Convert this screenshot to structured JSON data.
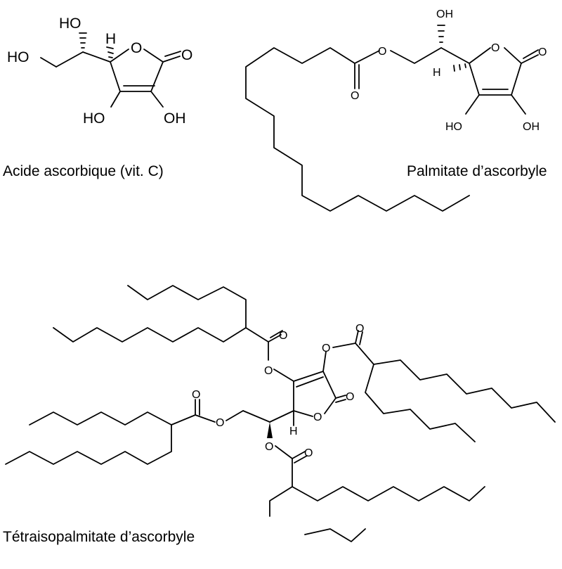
{
  "captions": {
    "ascorbic": "Acide ascorbique (vit. C)",
    "palmitate": "Palmitate d’ascorbyle",
    "tetraisopalmitate": "Tétraisopalmitate d’ascorbyle"
  },
  "atoms": {
    "ho": "HO",
    "oh": "OH",
    "o": "O",
    "h": "H"
  }
}
